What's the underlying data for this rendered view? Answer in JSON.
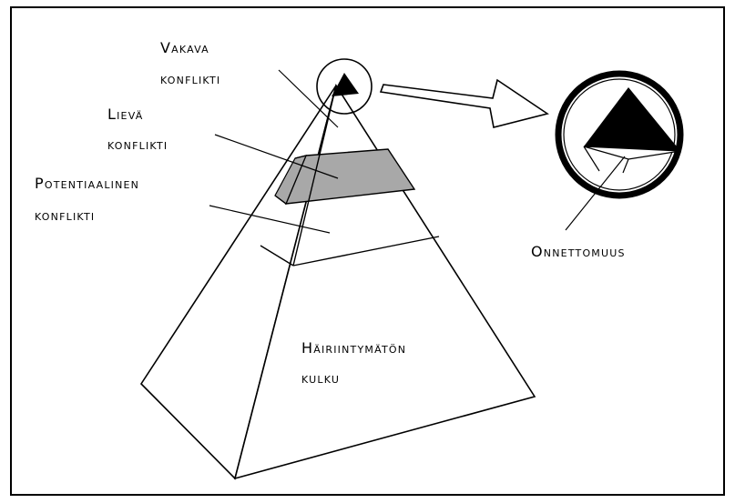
{
  "labels": {
    "vakava_line1": "Vakava",
    "vakava_line2": "konflikti",
    "lieva_line1": "Lievä",
    "lieva_line2": "konflikti",
    "potentiaalinen_line1": "Potentiaalinen",
    "potentiaalinen_line2": "konflikti",
    "hairiintymaton_line1": "Häiriintymätön",
    "hairiintymaton_line2": "kulku",
    "onnettomuus": "Onnettomuus"
  },
  "colors": {
    "line": "#000000",
    "shaded_band": "#a8a8a8",
    "background": "#ffffff"
  }
}
